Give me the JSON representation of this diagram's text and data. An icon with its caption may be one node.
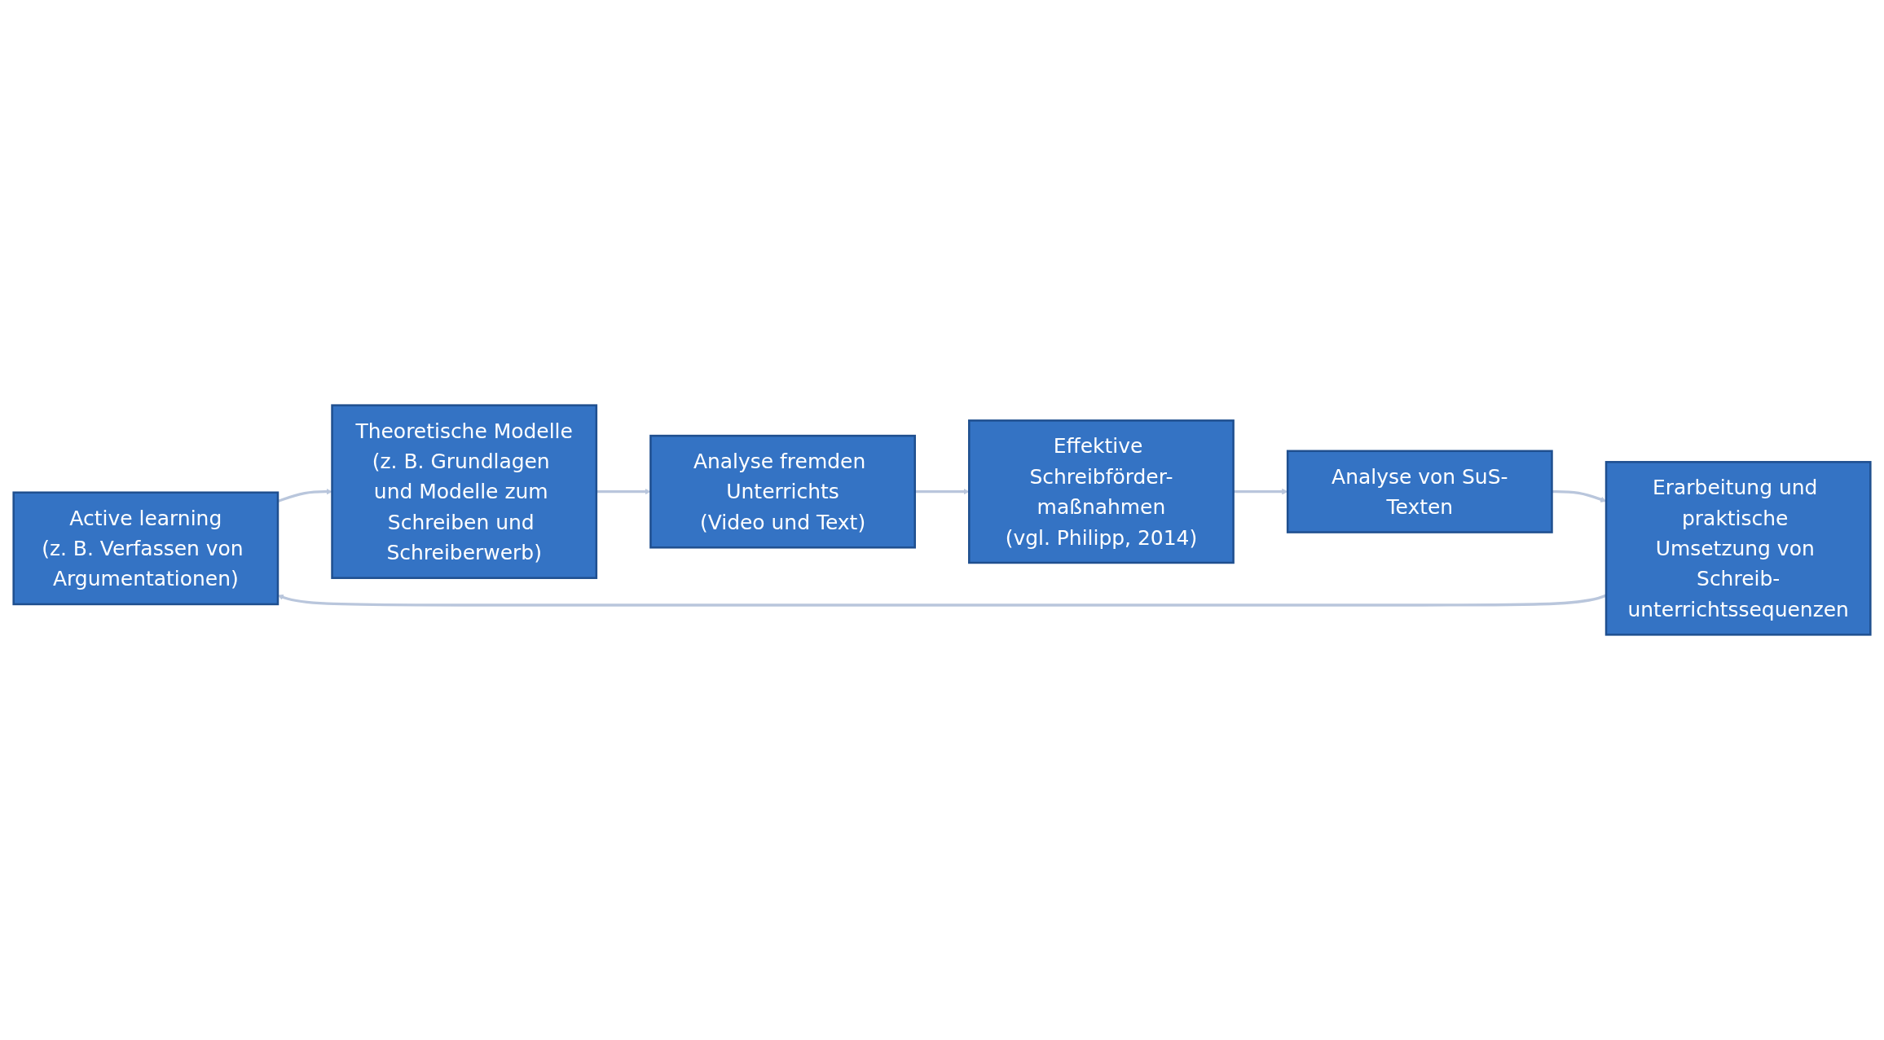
{
  "diagram": {
    "nodes": [
      {
        "text": [
          "Active learning",
          "(z. B. Verfassen von Argumentationen)"
        ]
      },
      {
        "text": [
          "Theoretische Modelle",
          "(z. B. Grundlagen und Modelle zum Schreiben und Schreiberwerb)"
        ]
      },
      {
        "text": [
          "Analyse fremden Unterrichts",
          "(Video und Text)"
        ]
      },
      {
        "text": [
          "Effektive Schreibförder-maßnahmen",
          "(vgl. Philipp, 2014)"
        ]
      },
      {
        "text": [
          "Analyse von SuS-Texten"
        ]
      },
      {
        "text": [
          "Erarbeitung und praktische Umsetzung von Schreib-unterrichtssequenzen"
        ]
      }
    ],
    "edges": [
      {
        "from": 0,
        "to": 1,
        "arrow": "to"
      },
      {
        "from": 1,
        "to": 2,
        "arrow": "to"
      },
      {
        "from": 2,
        "to": 3,
        "arrow": "to"
      },
      {
        "from": 3,
        "to": 4,
        "arrow": "to"
      },
      {
        "from": 4,
        "to": 5,
        "arrow": "to"
      },
      {
        "from": 5,
        "to": 0,
        "arrow": "to"
      }
    ]
  }
}
